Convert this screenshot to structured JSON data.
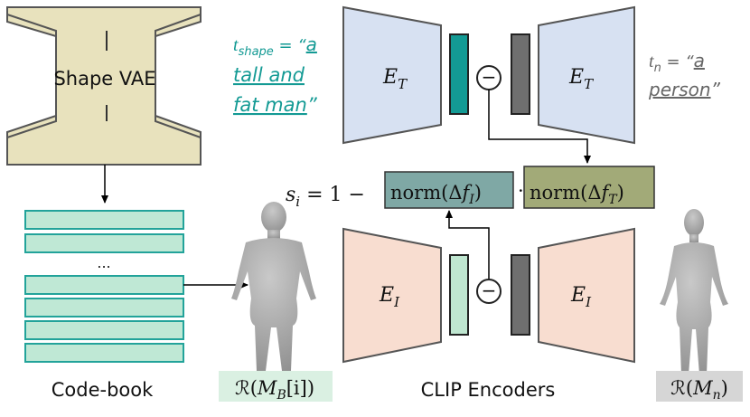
{
  "shape_vae": {
    "label": "Shape VAE"
  },
  "codebook": {
    "label": "Code-book",
    "ellipsis": "..."
  },
  "clip_encoders": {
    "label": "CLIP Encoders"
  },
  "text_encoder": {
    "symbol": "E",
    "subscript": "T"
  },
  "image_encoder": {
    "symbol": "E",
    "subscript": "I"
  },
  "minus_symbol": "−",
  "t_shape": {
    "var": "t",
    "sub": "shape",
    "eq": " = “",
    "line1": "a",
    "line2": "tall and",
    "line3": "fat man",
    "close": "”"
  },
  "t_n": {
    "var": "t",
    "sub": "n",
    "eq": " = “",
    "line1": "a",
    "line2": "person",
    "close": "”"
  },
  "formula": {
    "lhs_var": "s",
    "lhs_sub": "i",
    "eq": " = 1 −",
    "norm_i_prefix": "norm(Δ",
    "norm_i_var": "f",
    "norm_i_sub": "I",
    "norm_i_suffix": ")",
    "dot": "·",
    "norm_t_prefix": "norm(Δ",
    "norm_t_var": "f",
    "norm_t_sub": "T",
    "norm_t_suffix": ")"
  },
  "render_b": {
    "script": "ℛ",
    "open": "(",
    "var": "M",
    "sub": "B",
    "idx": "[i]",
    "close": ")"
  },
  "render_n": {
    "script": "ℛ",
    "open": "(",
    "var": "M",
    "sub": "n",
    "close": ")"
  },
  "colors": {
    "vae_fill": "#e8e2bd",
    "vae_stroke": "#555555",
    "text_enc_fill": "#d7e1f2",
    "img_enc_fill": "#f8ddd0",
    "teal_accent": "#139a94",
    "dark_feature": "#6f6f6f",
    "mint_feature": "#bfe6d0",
    "codebook_fill": "#bfe8d5",
    "codebook_stroke": "#22a39a",
    "norm_i_fill": "#7fa8a5",
    "norm_t_fill": "#a2aa78",
    "render_b_bg": "#daf0e2",
    "render_n_bg": "#d6d6d6",
    "body_fill": "#a6a6a6"
  }
}
